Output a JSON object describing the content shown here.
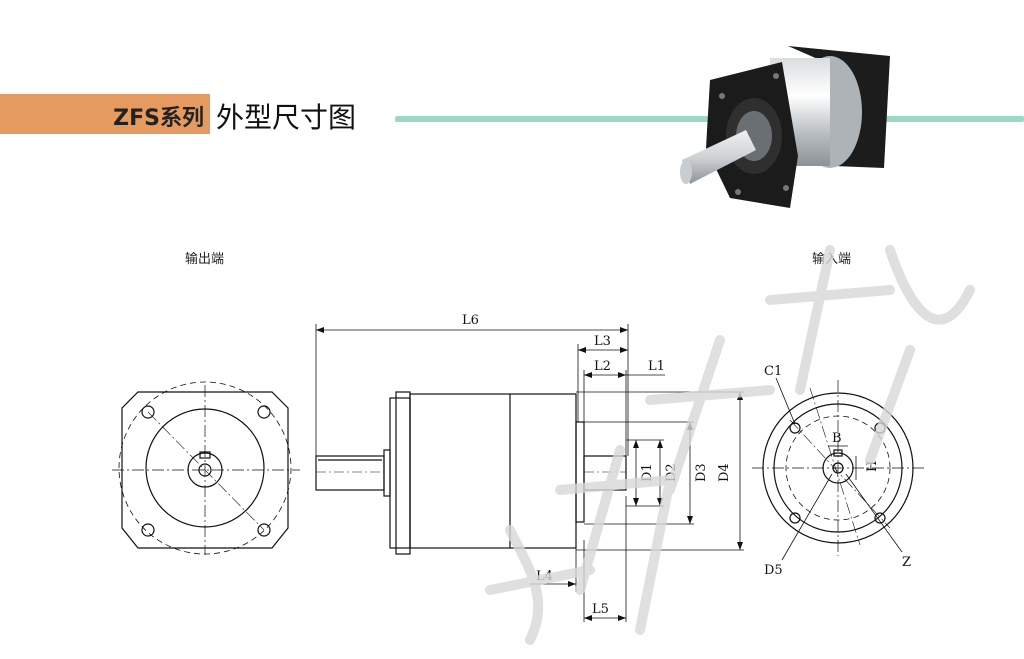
{
  "header": {
    "series": "ZFS系列",
    "title": "外型尺寸图",
    "accent_color": "#e59a5f",
    "line_color": "#9fd8c0"
  },
  "labels": {
    "output_end": "输出端",
    "input_end": "输入端"
  },
  "dimensions": {
    "L6": "L6",
    "L3": "L3",
    "L2": "L2",
    "L1": "L1",
    "L4": "L4",
    "L5": "L5",
    "D1": "D1",
    "D2": "D2",
    "D3": "D3",
    "D4": "D4",
    "C1": "C1",
    "B": "B",
    "H": "H",
    "D5": "D5",
    "Z": "Z"
  },
  "photo": {
    "icon": "planetary-gearbox-photo"
  },
  "watermark_icon": "company-watermark"
}
